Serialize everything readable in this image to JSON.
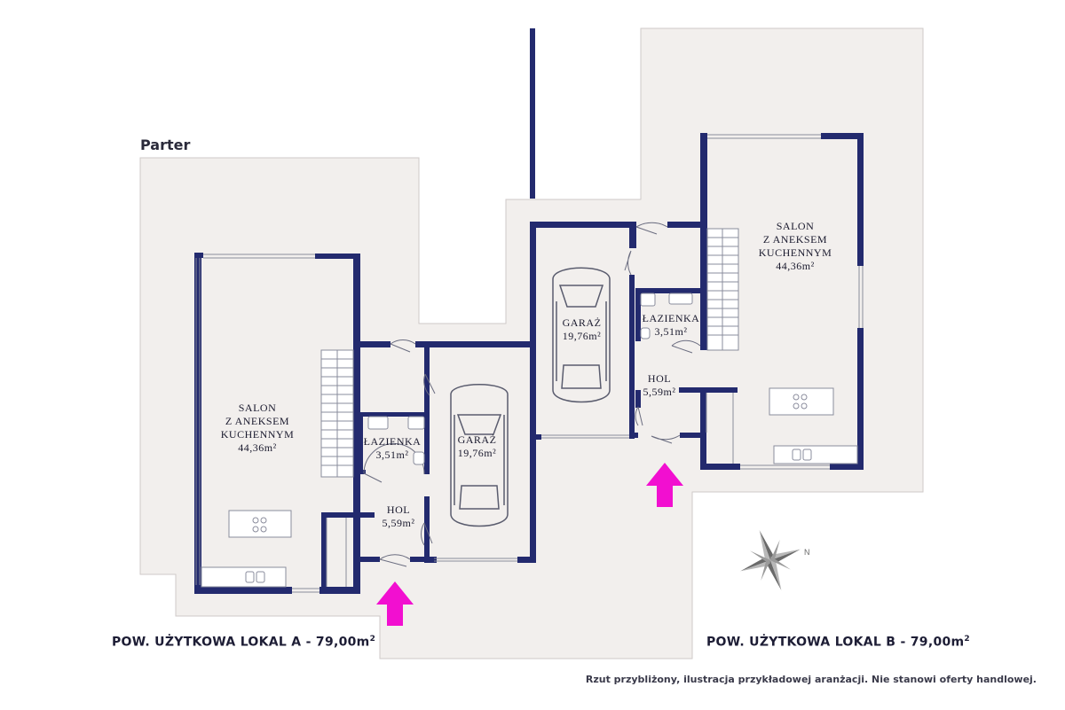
{
  "floor_label": "Parter",
  "unit_a": {
    "living_name_1": "SALON",
    "living_name_2": "Z ANEKSEM",
    "living_name_3": "KUCHENNYM",
    "living_area": "44,36m²",
    "bath_name": "ŁAZIENKA",
    "bath_area": "3,51m²",
    "garage_name": "GARAŻ",
    "garage_area": "19,76m²",
    "hall_name": "HOL",
    "hall_area": "5,59m²",
    "total_label": "POW. UŻYTKOWA LOKAL A - 79,00m",
    "total_sup": "2"
  },
  "unit_b": {
    "living_name_1": "SALON",
    "living_name_2": "Z ANEKSEM",
    "living_name_3": "KUCHENNYM",
    "living_area": "44,36m²",
    "bath_name": "ŁAZIENKA",
    "bath_area": "3,51m²",
    "garage_name": "GARAŻ",
    "garage_area": "19,76m²",
    "hall_name": "HOL",
    "hall_area": "5,59m²",
    "total_label": "POW. UŻYTKOWA LOKAL B - 79,00m",
    "total_sup": "2"
  },
  "compass_letter": "N",
  "disclaimer": "Rzut przybliżony, ilustracja przykładowej aranżacji. Nie stanowi oferty handlowej.",
  "colors": {
    "wall": "#232a6e",
    "plot": "#f2efed",
    "entrance_arrow": "#f20fd0"
  },
  "icons": [
    "entrance-arrow-icon",
    "compass-rose-icon",
    "car-icon",
    "staircase-icon",
    "sink-icon",
    "cooktop-icon"
  ]
}
